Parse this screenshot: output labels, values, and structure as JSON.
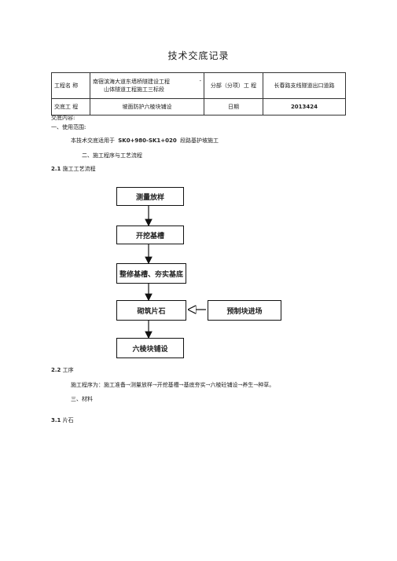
{
  "title": "技术交底记录",
  "table": {
    "row1": {
      "project_label": "工程名 称",
      "project_name_line1": "南宿滨海大道东墙桥隧建设工程",
      "project_name_dash": "-",
      "project_name_line2": "山体隧道工程施工三标段",
      "division_label": "分部（分项）工 程",
      "division_value": "长春路支线隧道出口道路"
    },
    "row2": {
      "handover_label": "交底工 程",
      "handover_value": "坡面防护六棱块铺设",
      "date_label": "日期",
      "date_value": "2013424"
    }
  },
  "content_label": "交底内容:",
  "section1": {
    "heading": "一、使用范围:",
    "text_prefix": "本技术交底适用于",
    "text_station": "SK0+980-SK1+020",
    "text_suffix": "段路基护坡施工"
  },
  "section2": {
    "heading": "二、施工程序与工艺流程",
    "sub1_num": "2.1",
    "sub1_text": "施工工艺流程"
  },
  "flowchart": {
    "steps": [
      "测量放样",
      "开挖基槽",
      "整修基槽、夯实基底",
      "砌筑片石",
      "六棱块铺设"
    ],
    "side_step": "预制块进场"
  },
  "section2b": {
    "sub2_num": "2.2",
    "sub2_text": "工序",
    "sequence": "施工程序为：施工准备→测量放样→开挖基槽→基底夯实→六棱砼铺设→养生→种草。"
  },
  "section3": {
    "heading": "三、材料",
    "sub1_num": "3.1",
    "sub1_text": "片石"
  }
}
